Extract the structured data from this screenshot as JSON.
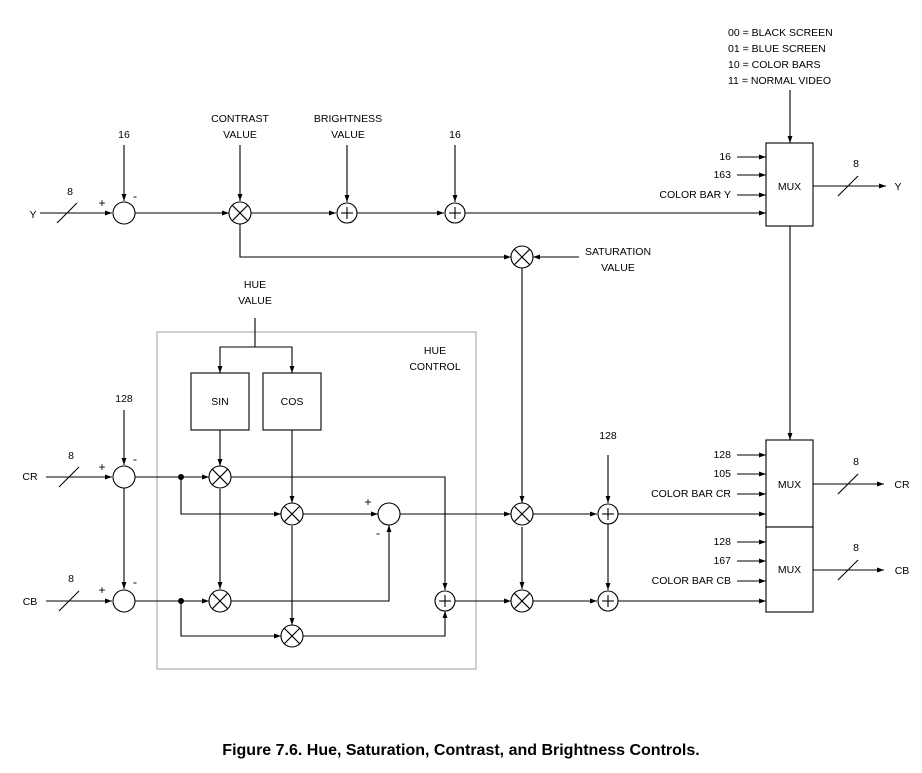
{
  "caption": "Figure 7.6.  Hue, Saturation, Contrast, and Brightness Controls.",
  "mode_legend": [
    "00 = BLACK SCREEN",
    "01 = BLUE SCREEN",
    "10 = COLOR BARS",
    "11 = NORMAL VIDEO"
  ],
  "controls": {
    "contrast": [
      "CONTRAST",
      "VALUE"
    ],
    "brightness": [
      "BRIGHTNESS",
      "VALUE"
    ],
    "saturation": [
      "SATURATION",
      "VALUE"
    ],
    "hue": [
      "HUE",
      "VALUE"
    ],
    "hue_control": [
      "HUE",
      "CONTROL"
    ]
  },
  "constants": {
    "y_offset": "16",
    "y_post_offset": "16",
    "cr_offset": "128",
    "chroma_post_offset": "128"
  },
  "inputs": {
    "y": "Y",
    "cr": "CR",
    "cb": "CB"
  },
  "outputs": {
    "y": "Y",
    "cr": "CR",
    "cb": "CB"
  },
  "bus_width": "8",
  "blocks": {
    "sin": "SIN",
    "cos": "COS",
    "mux": "MUX"
  },
  "mux_y_inputs": [
    "16",
    "163",
    "COLOR BAR Y"
  ],
  "mux_cr_inputs": [
    "128",
    "105",
    "COLOR BAR CR"
  ],
  "mux_cb_inputs": [
    "128",
    "167",
    "COLOR BAR CB"
  ],
  "signs": {
    "plus": "+",
    "minus": "-"
  }
}
